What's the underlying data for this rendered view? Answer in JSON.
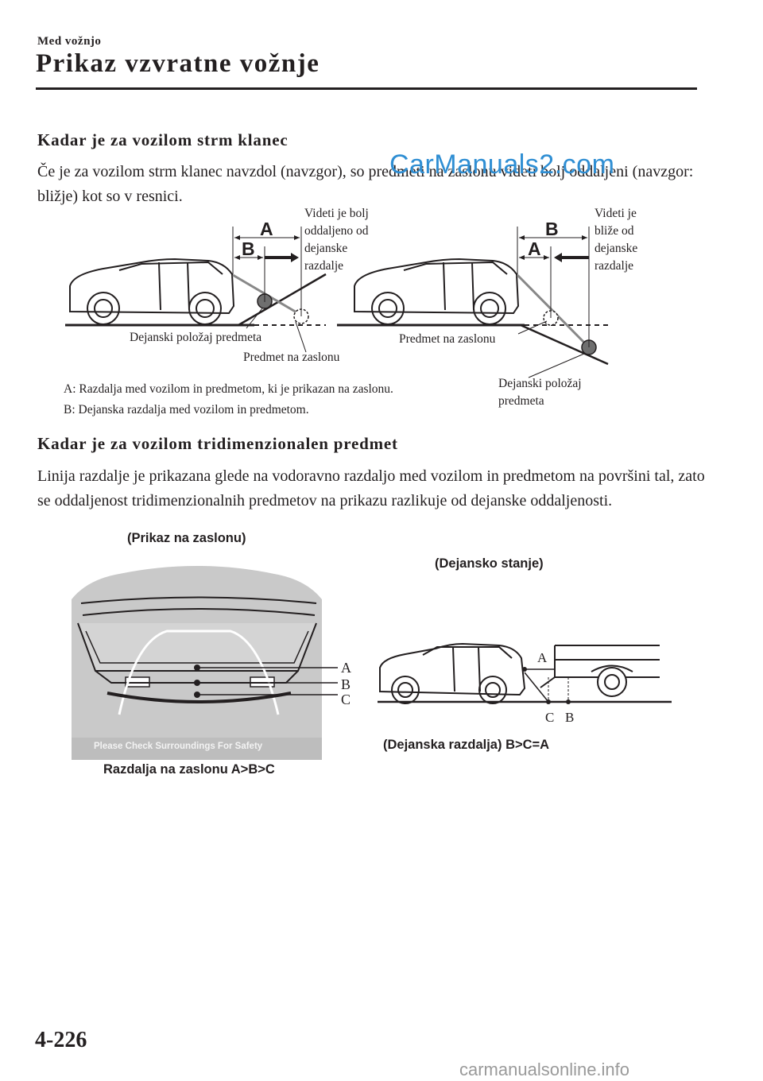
{
  "header": {
    "section": "Med vožnjo",
    "title": "Prikaz vzvratne vožnje"
  },
  "section1": {
    "heading": "Kadar je za vozilom strm klanec",
    "paragraph": "Če je za vozilom strm klanec navzdol (navzgor), so predmeti na zaslonu videti bolj oddaljeni (navzgor: bližje) kot so v resnici."
  },
  "watermark_top": "CarManuals2.com",
  "figure1": {
    "left_note": [
      "Videti je bolj",
      "oddaljeno od",
      "dejanske",
      "razdalje"
    ],
    "right_note": [
      "Videti je",
      "bliže od",
      "dejanske",
      "razdalje"
    ],
    "letter_a": "A",
    "letter_b": "B",
    "left_actual": "Dejanski položaj predmeta",
    "left_screen": "Predmet na zaslonu",
    "right_screen": "Predmet na zaslonu",
    "right_actual": [
      "Dejanski položaj",
      "predmeta"
    ],
    "legend_a": "A: Razdalja med vozilom in predmetom, ki je prikazan na zaslonu.",
    "legend_b": "B: Dejanska razdalja med vozilom in predmetom."
  },
  "section2": {
    "heading": "Kadar je za vozilom tridimenzionalen predmet",
    "paragraph": "Linija razdalje je prikazana glede na vodoravno razdaljo med vozilom in predmetom na površini tal, zato se oddaljenost tridimenzionalnih predmetov na prikazu razlikuje od dejanske oddaljenosti."
  },
  "figure2": {
    "screen_caption": "(Prikaz na zaslonu)",
    "actual_caption": "(Dejansko stanje)",
    "screen_banner": "Please Check Surroundings For Safety",
    "screen_distance": "Razdalja na zaslonu A>B>C",
    "actual_distance": "(Dejanska razdalja) B>C=A",
    "labels": {
      "a": "A",
      "b": "B",
      "c": "C"
    }
  },
  "footer": {
    "page_number": "4-226",
    "watermark": "carmanualsonline.info"
  },
  "colors": {
    "ink": "#231f20",
    "watermark_blue": "#2f8ed3",
    "screen_gray": "#c9c9c9"
  }
}
